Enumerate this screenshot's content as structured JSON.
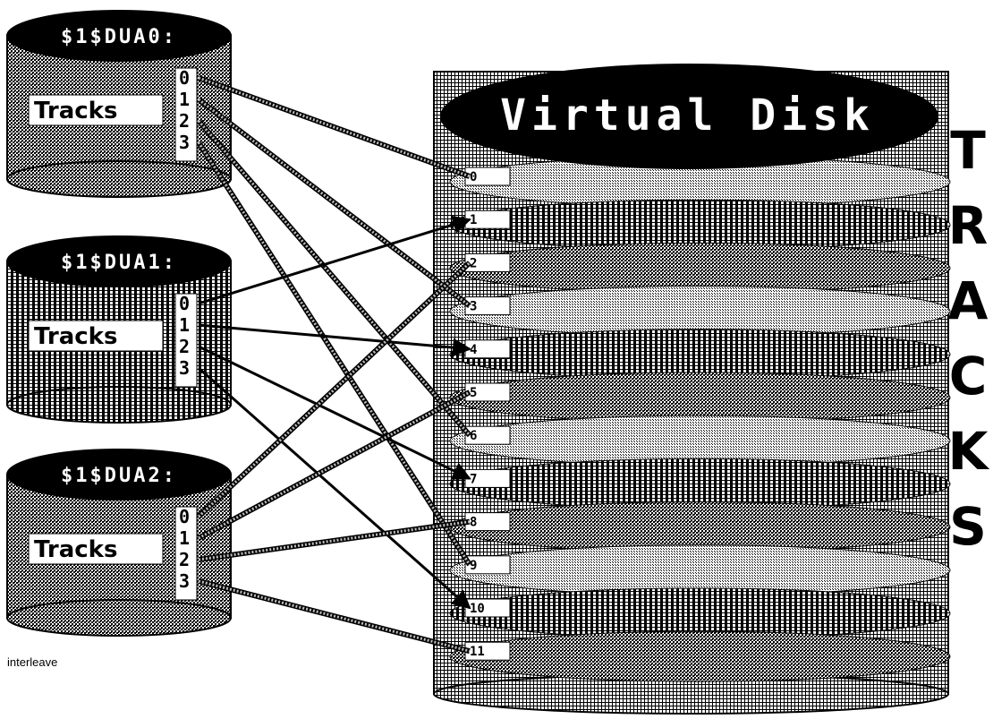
{
  "physical_disks": [
    {
      "label": "$1$DUA0:",
      "tracks_label": "Tracks",
      "track_numbers": [
        "0",
        "1",
        "2",
        "3"
      ]
    },
    {
      "label": "$1$DUA1:",
      "tracks_label": "Tracks",
      "track_numbers": [
        "0",
        "1",
        "2",
        "3"
      ]
    },
    {
      "label": "$1$DUA2:",
      "tracks_label": "Tracks",
      "track_numbers": [
        "0",
        "1",
        "2",
        "3"
      ]
    }
  ],
  "virtual_disk": {
    "title": "Virtual Disk",
    "track_numbers": [
      "0",
      "1",
      "2",
      "3",
      "4",
      "5",
      "6",
      "7",
      "8",
      "9",
      "10",
      "11"
    ],
    "side_label": [
      "T",
      "R",
      "A",
      "C",
      "K",
      "S"
    ]
  },
  "mappings": [
    {
      "from_disk": 0,
      "from_track": 0,
      "to_track": 0,
      "style": "hatched"
    },
    {
      "from_disk": 0,
      "from_track": 1,
      "to_track": 3,
      "style": "hatched"
    },
    {
      "from_disk": 0,
      "from_track": 2,
      "to_track": 6,
      "style": "hatched"
    },
    {
      "from_disk": 0,
      "from_track": 3,
      "to_track": 9,
      "style": "hatched"
    },
    {
      "from_disk": 1,
      "from_track": 0,
      "to_track": 1,
      "style": "arrow"
    },
    {
      "from_disk": 1,
      "from_track": 1,
      "to_track": 4,
      "style": "arrow"
    },
    {
      "from_disk": 1,
      "from_track": 2,
      "to_track": 7,
      "style": "arrow"
    },
    {
      "from_disk": 1,
      "from_track": 3,
      "to_track": 10,
      "style": "arrow"
    },
    {
      "from_disk": 2,
      "from_track": 0,
      "to_track": 2,
      "style": "hatched"
    },
    {
      "from_disk": 2,
      "from_track": 1,
      "to_track": 5,
      "style": "hatched"
    },
    {
      "from_disk": 2,
      "from_track": 2,
      "to_track": 8,
      "style": "hatched"
    },
    {
      "from_disk": 2,
      "from_track": 3,
      "to_track": 11,
      "style": "hatched"
    }
  ],
  "caption": "interleave",
  "colors": {
    "ink": "#000000",
    "paper": "#ffffff",
    "halftone": "#8a8a8a",
    "line_gray": "#9a9a9a"
  }
}
